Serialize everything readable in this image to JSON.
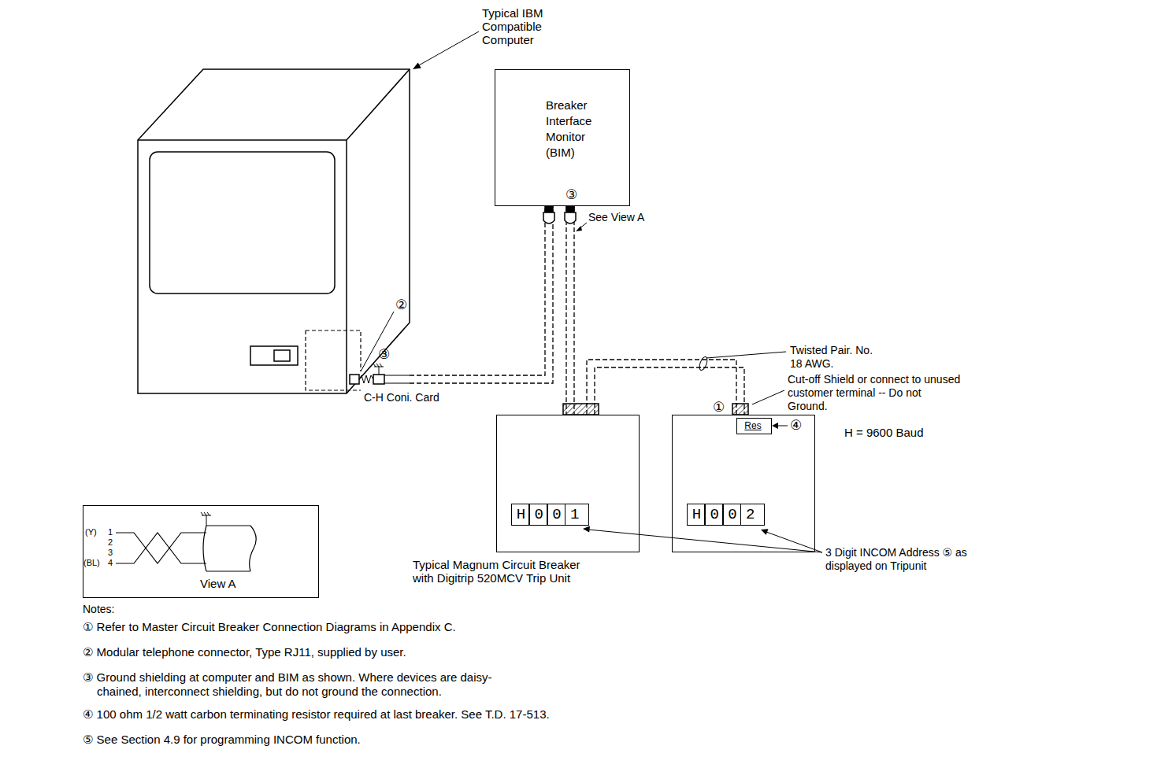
{
  "diagram": {
    "nodes": [
      {
        "text": [
          "Typical IBM Compatible Computer"
        ]
      },
      {
        "text": [
          "Breaker Interface Monitor (BIM)"
        ]
      },
      {
        "text": [
          "H001",
          "Typical Magnum Circuit Breaker with Digitrip 520MCV Trip Unit"
        ]
      },
      {
        "text": [
          "H002"
        ]
      },
      {
        "text": [
          "Res"
        ],
        "in": 3
      },
      {
        "text": [
          "View A"
        ]
      }
    ],
    "edges": [
      {
        "from": 0,
        "to": 1,
        "arrow": "none"
      },
      {
        "from": 1,
        "to": 2,
        "arrow": "none"
      },
      {
        "from": 2,
        "to": 3,
        "arrow": "none"
      }
    ],
    "labels": [
      "②",
      "③",
      "C-H Coni. Card",
      "③",
      "See View A",
      "Twisted Pair. No. 18 AWG.",
      "Cut-off Shield or connect to unused customer terminal -- Do not Ground.",
      "①",
      "④",
      "H = 9600 Baud",
      "3 Digit INCOM Address ⑤ as displayed on Tripunit",
      "(Y)",
      "1",
      "2",
      "3",
      "(BL)",
      "4",
      "Notes:",
      "① Refer to Master Circuit Breaker Connection Diagrams in Appendix C.",
      "② Modular telephone connector, Type RJ11, supplied by user.",
      "③ Ground shielding at computer and BIM as shown. Where devices are daisy-chained, interconnect shielding, but do not ground the connection.",
      "④ 100 ohm 1/2 watt carbon terminating resistor required at last breaker. See T.D. 17-513.",
      "⑤ See Section 4.9 for programming INCOM function."
    ]
  }
}
